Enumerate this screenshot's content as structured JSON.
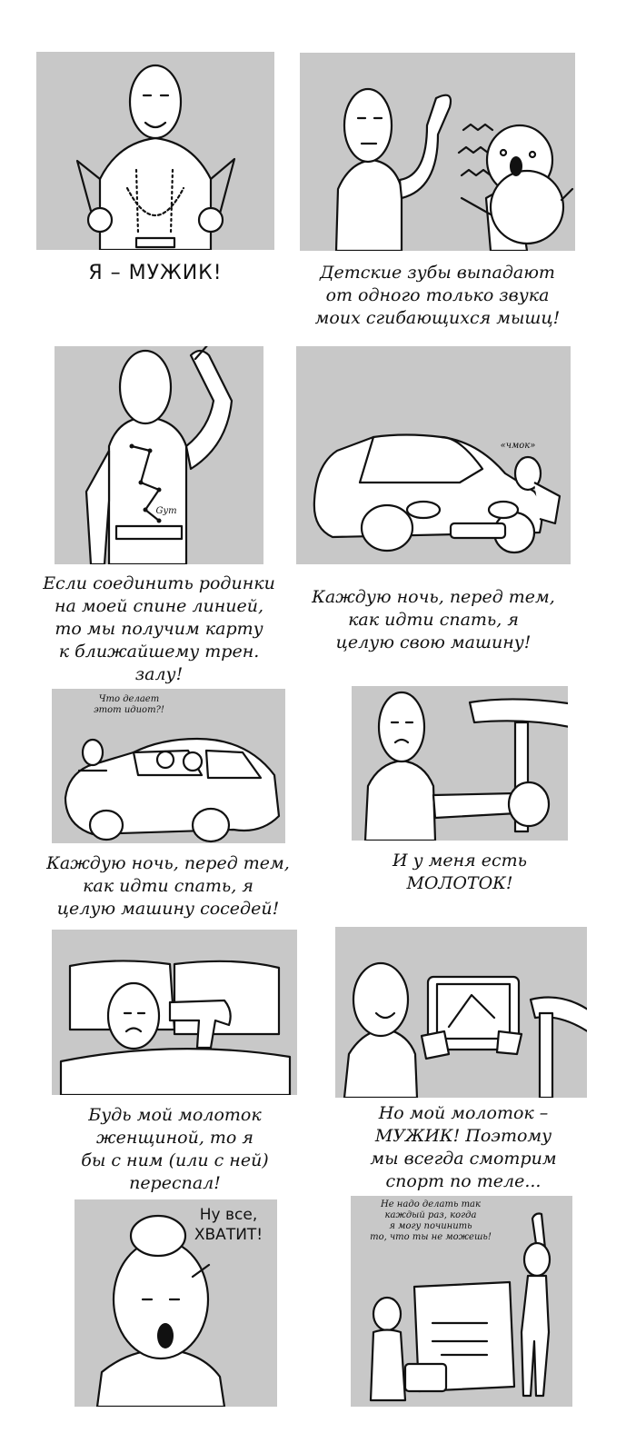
{
  "captions": {
    "p1": "Я – МУЖИК!",
    "p2": "Детские зубы выпадают\nот одного только звука\nмоих сгибающихся мышц!",
    "p3": "Если соединить родинки\nна моей спине линией,\nто мы получим карту\nк ближайшему трен.\nзалу!",
    "p4": "Каждую ночь, перед тем,\nкак идти спать, я\nцелую свою машину!",
    "p5": "Каждую ночь, перед тем,\nкак идти спать, я\nцелую машину соседей!",
    "p6": "И у меня есть\nМОЛОТОК!",
    "p7": "Будь мой молоток\nженщиной, то я\nбы с ним (или с ней)\nпереспал!",
    "p8": "Но мой молоток –\nМУЖИК! Поэтому\nмы всегда смотрим\nспорт по теле..."
  },
  "bubbles": {
    "p3_gym": "Gym",
    "p4_kiss": "«чмок»",
    "p5_neighbors": "Что делает\nэтот идиот?!",
    "p9_wife": "Ну все,\nХВАТИТ!",
    "p10_wife": "Не надо делать так\nкаждый раз, когда\nя могу починить\nто, что ты не можешь!"
  },
  "colors": {
    "panel_background": "#c8c8c8",
    "page_background": "#ffffff",
    "ink": "#111111"
  }
}
